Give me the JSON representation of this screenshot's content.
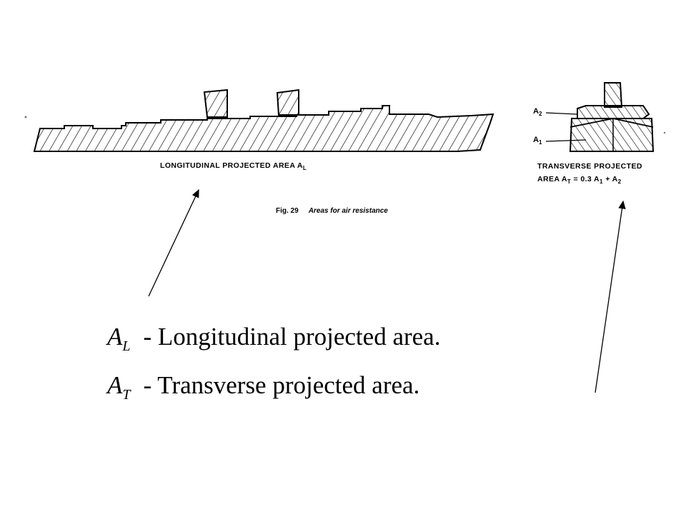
{
  "figure": {
    "longitudinal_caption": "LONGITUDINAL PROJECTED AREA A",
    "longitudinal_caption_sub": "L",
    "transverse_caption_line1": "TRANSVERSE PROJECTED",
    "transverse_caption_line2_a": "AREA A",
    "transverse_caption_line2_sub_t": "T",
    "transverse_caption_line2_b": " = 0.3 A",
    "transverse_caption_line2_sub_1": "1",
    "transverse_caption_line2_c": " + A",
    "transverse_caption_line2_sub_2": "2",
    "fig_number": "Fig. 29",
    "fig_title": "Areas for air resistance",
    "a2_label": "A",
    "a2_sub": "2",
    "a1_label": "A",
    "a1_sub": "1"
  },
  "definitions": [
    {
      "symbol": "A",
      "subscript": "L",
      "text": "- Longitudinal projected area."
    },
    {
      "symbol": "A",
      "subscript": "T",
      "text": "- Transverse projected area."
    }
  ]
}
